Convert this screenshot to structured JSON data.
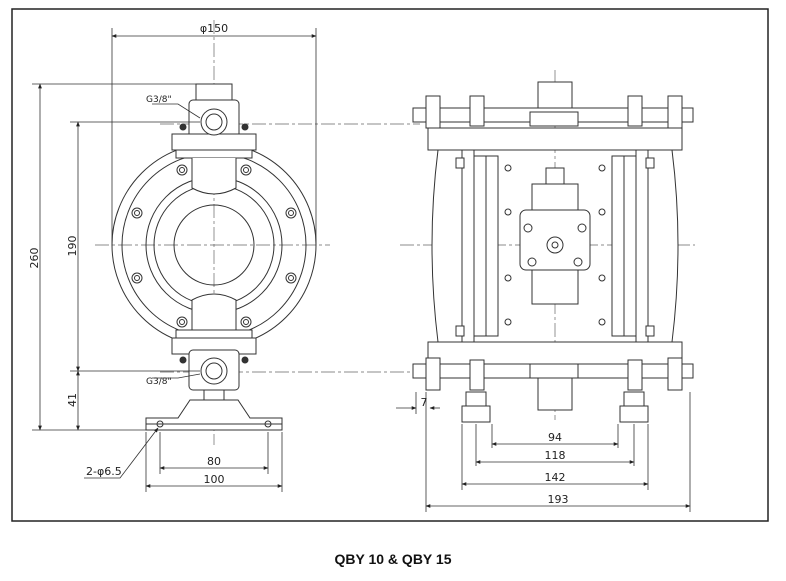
{
  "caption": "QBY 10 & QBY 15",
  "front_view": {
    "width_dim": "φ150",
    "height_dim": "260",
    "port_spacing_dim": "190",
    "base_height_dim": "41",
    "foot_inner_dim": "80",
    "foot_outer_dim": "100",
    "hole_dim": "2-φ6.5",
    "port_top_label": "G3/8\"",
    "port_bottom_label": "G3/8\""
  },
  "side_view": {
    "offset_dim": "7",
    "dim_94": "94",
    "dim_118": "118",
    "dim_142": "142",
    "dim_193": "193"
  }
}
